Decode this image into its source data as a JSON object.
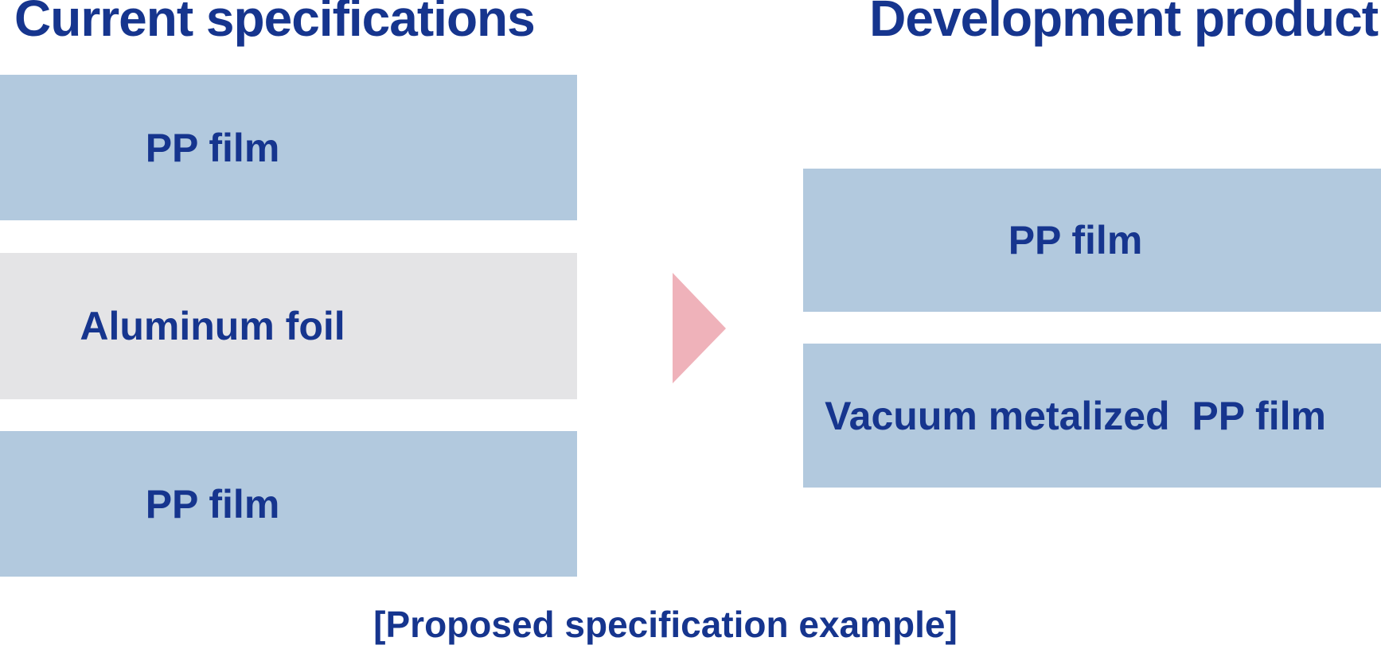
{
  "diagram": {
    "title_left": "Current specifications",
    "title_right": "Development product",
    "caption": "[Proposed specification example]",
    "left_stack": {
      "name": "current-specifications-stack",
      "layers": [
        {
          "label": "PP film",
          "material": "pp-film"
        },
        {
          "label": "Aluminum foil",
          "material": "aluminum-foil"
        },
        {
          "label": "PP film",
          "material": "pp-film"
        }
      ]
    },
    "right_stack": {
      "name": "development-product-stack",
      "layers": [
        {
          "label": "PP film",
          "material": "pp-film"
        },
        {
          "label": "Vacuum metalized  PP film",
          "material": "vacuum-metalized-pp-film"
        }
      ]
    },
    "arrow": "right-pointing-triangle",
    "colors": {
      "pp_film_box": "#b2c9de",
      "aluminum_foil_box": "#e4e4e6",
      "text_blue": "#16358e",
      "arrow_pink": "#efb2ba",
      "background": "#ffffff"
    }
  }
}
